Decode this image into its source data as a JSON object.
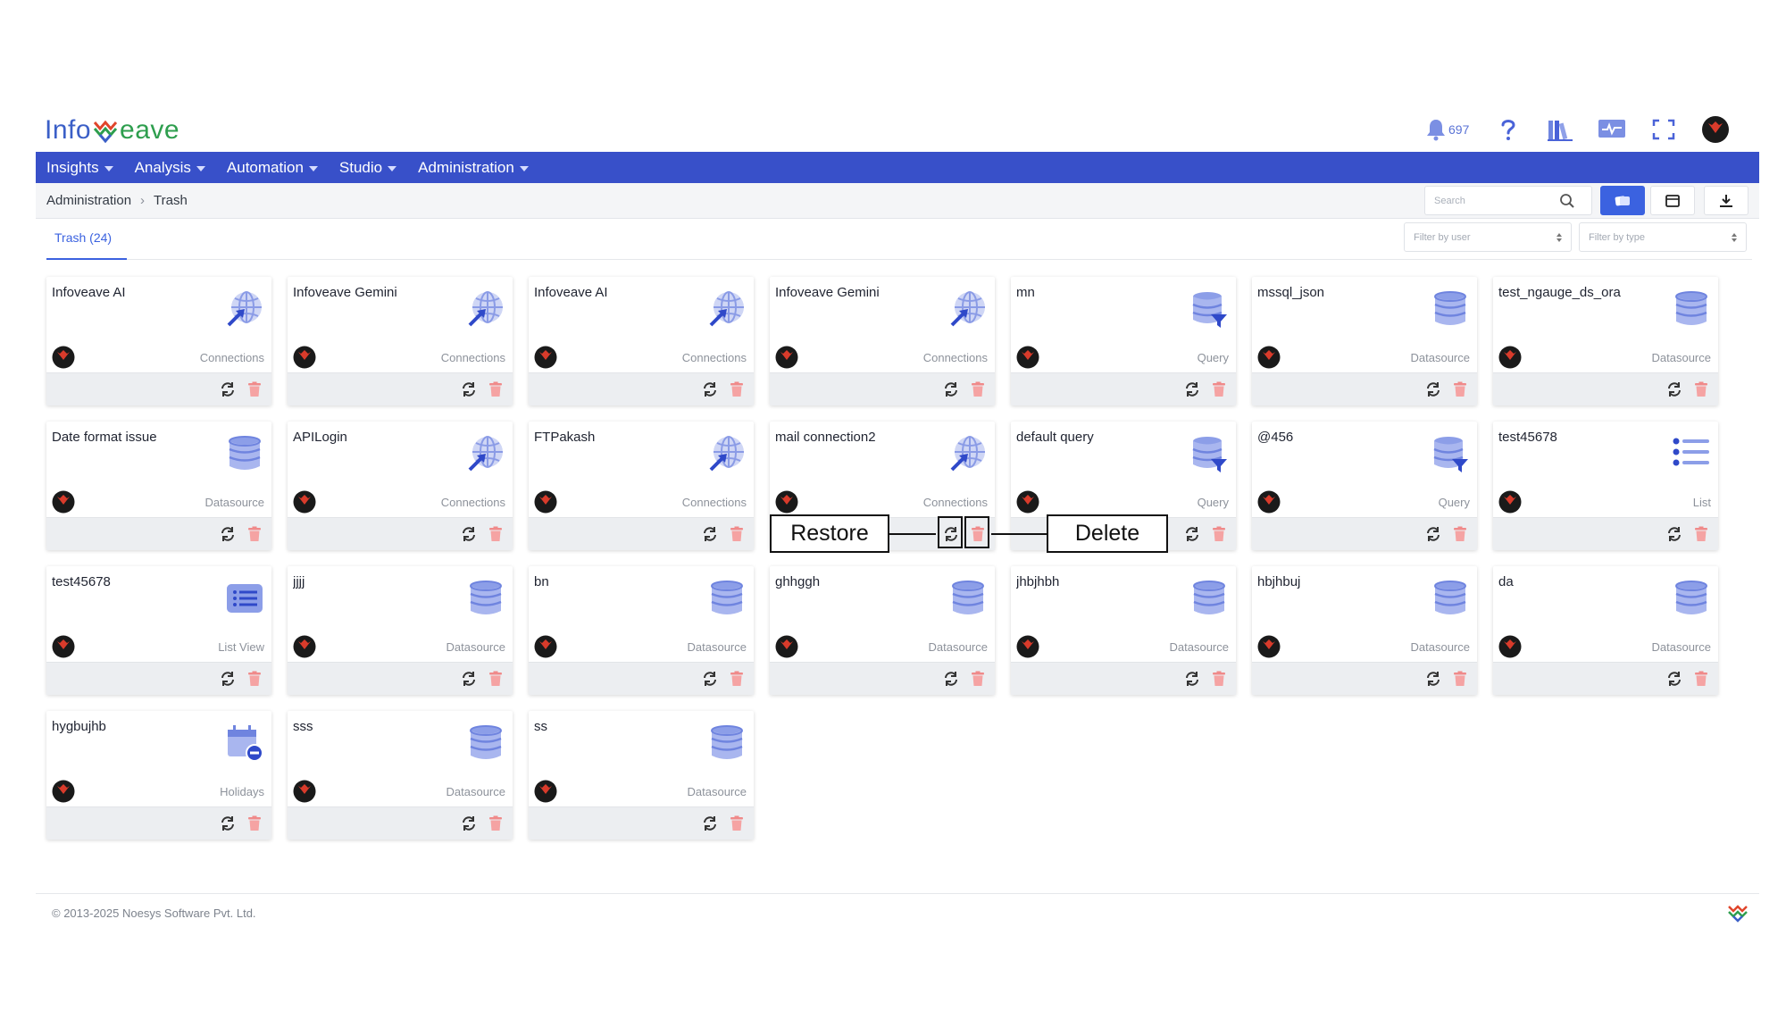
{
  "header": {
    "logo_text_1": "Info",
    "logo_text_2": "eave",
    "notification_count": "697",
    "colors": {
      "brand_blue": "#3b5fc7",
      "brand_green": "#2e9e4e",
      "nav_bg": "#3850c9",
      "accent": "#3b62e0",
      "delete_red": "#f08a8a"
    }
  },
  "nav": {
    "items": [
      {
        "label": "Insights"
      },
      {
        "label": "Analysis"
      },
      {
        "label": "Automation"
      },
      {
        "label": "Studio"
      },
      {
        "label": "Administration"
      }
    ]
  },
  "breadcrumb": {
    "parent": "Administration",
    "current": "Trash"
  },
  "search": {
    "placeholder": "Search",
    "value": ""
  },
  "tabs": [
    {
      "label": "Trash (24)"
    }
  ],
  "filters": {
    "user_placeholder": "Filter by user",
    "type_placeholder": "Filter by type"
  },
  "cards": [
    {
      "title": "Infoveave AI",
      "type": "Connections",
      "icon": "globe-arrow-icon"
    },
    {
      "title": "Infoveave Gemini",
      "type": "Connections",
      "icon": "globe-arrow-icon"
    },
    {
      "title": "Infoveave AI",
      "type": "Connections",
      "icon": "globe-arrow-icon"
    },
    {
      "title": "Infoveave Gemini",
      "type": "Connections",
      "icon": "globe-arrow-icon"
    },
    {
      "title": "mn",
      "type": "Query",
      "icon": "database-filter-icon"
    },
    {
      "title": "mssql_json",
      "type": "Datasource",
      "icon": "database-icon"
    },
    {
      "title": "test_ngauge_ds_ora",
      "type": "Datasource",
      "icon": "database-icon"
    },
    {
      "title": "Date format issue",
      "type": "Datasource",
      "icon": "database-icon"
    },
    {
      "title": "APILogin",
      "type": "Connections",
      "icon": "globe-arrow-icon"
    },
    {
      "title": "FTPakash",
      "type": "Connections",
      "icon": "globe-arrow-icon"
    },
    {
      "title": "mail connection2",
      "type": "Connections",
      "icon": "globe-arrow-icon"
    },
    {
      "title": "default query",
      "type": "Query",
      "icon": "database-filter-icon"
    },
    {
      "title": "@456",
      "type": "Query",
      "icon": "database-filter-icon"
    },
    {
      "title": "test45678",
      "type": "List",
      "icon": "list-icon"
    },
    {
      "title": "test45678",
      "type": "List View",
      "icon": "list-view-icon"
    },
    {
      "title": "jjjj",
      "type": "Datasource",
      "icon": "database-icon"
    },
    {
      "title": "bn",
      "type": "Datasource",
      "icon": "database-icon"
    },
    {
      "title": "ghhggh",
      "type": "Datasource",
      "icon": "database-icon"
    },
    {
      "title": "jhbjhbh",
      "type": "Datasource",
      "icon": "database-icon"
    },
    {
      "title": "hbjhbuj",
      "type": "Datasource",
      "icon": "database-icon"
    },
    {
      "title": "da",
      "type": "Datasource",
      "icon": "database-icon"
    },
    {
      "title": "hygbujhb",
      "type": "Holidays",
      "icon": "calendar-minus-icon"
    },
    {
      "title": "sss",
      "type": "Datasource",
      "icon": "database-icon"
    },
    {
      "title": "ss",
      "type": "Datasource",
      "icon": "database-icon"
    }
  ],
  "annotations": {
    "restore_label": "Restore",
    "delete_label": "Delete"
  },
  "footer": {
    "copyright": "© 2013-2025 Noesys Software Pvt. Ltd."
  }
}
